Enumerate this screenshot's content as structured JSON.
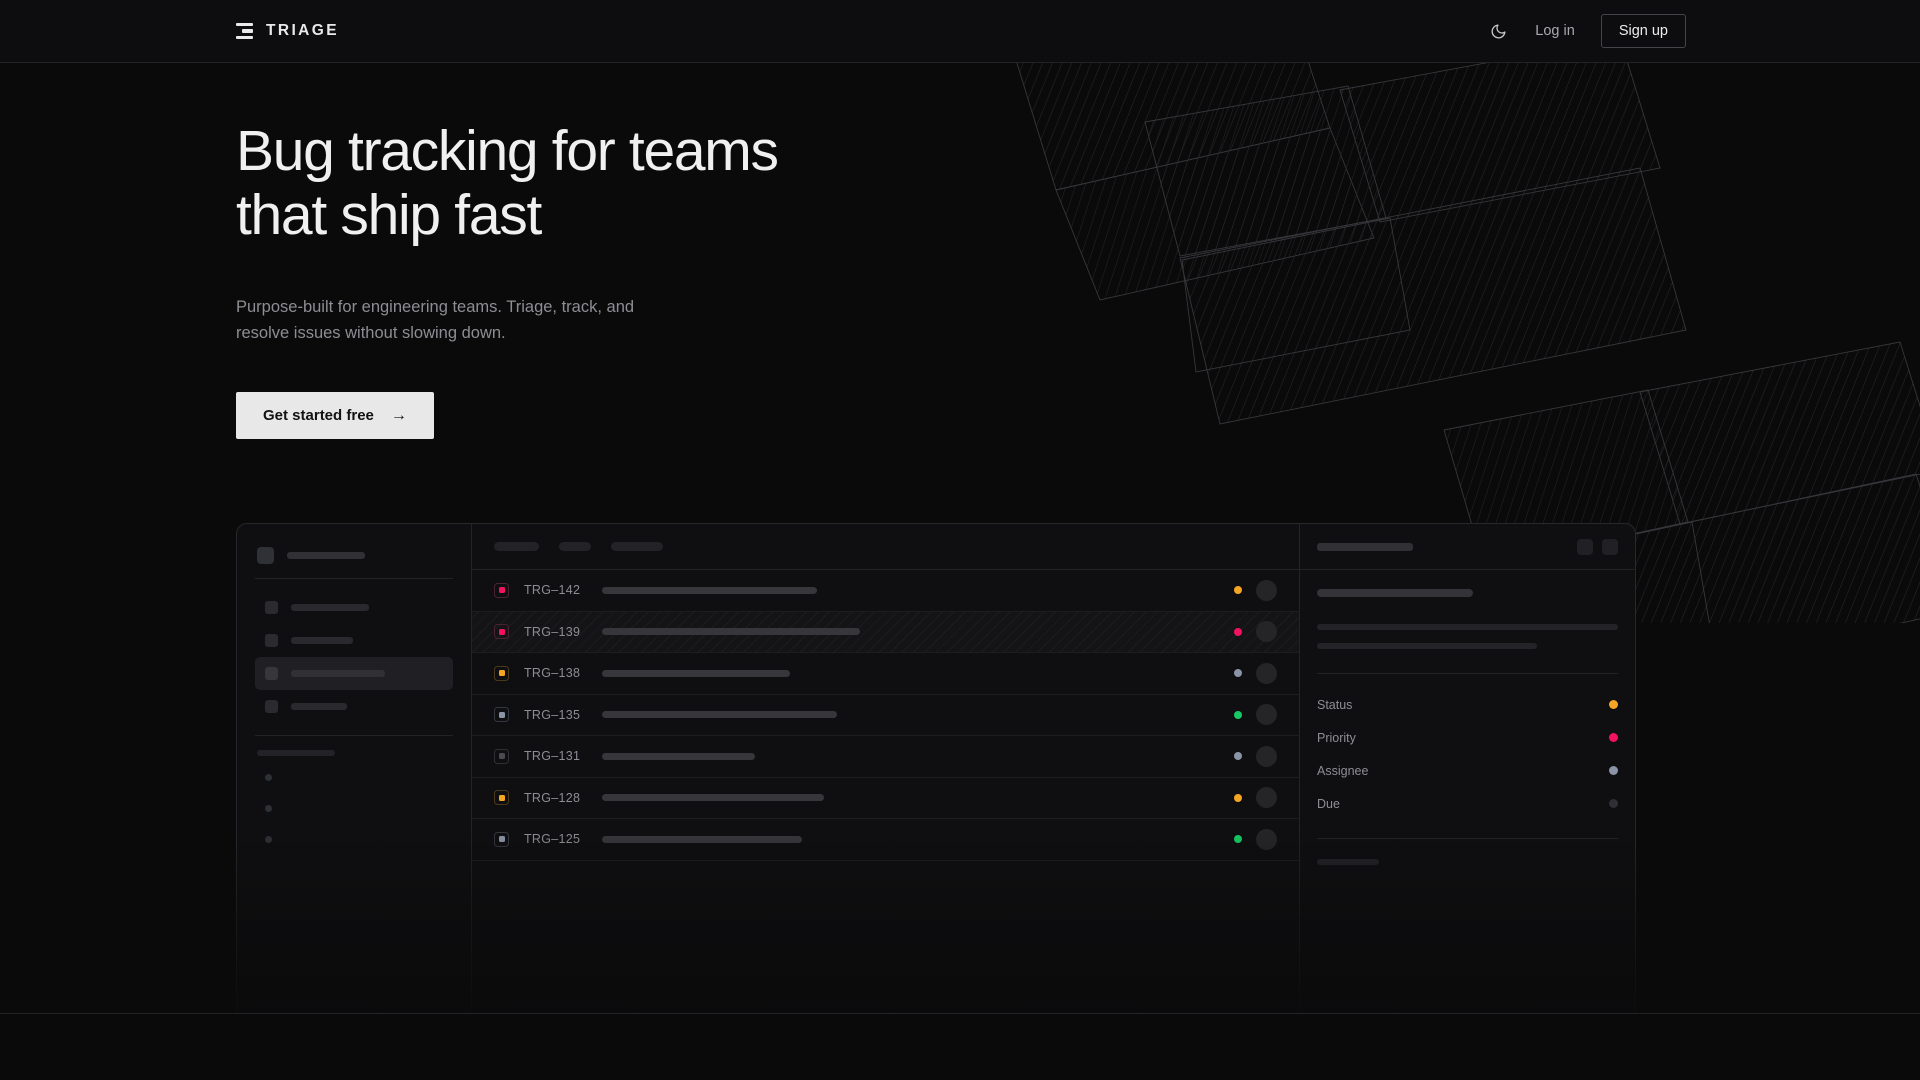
{
  "brand": {
    "name": "TRIAGE",
    "logo_icon": "stacked-bars-icon"
  },
  "header": {
    "theme_toggle_icon": "moon-icon",
    "login_label": "Log in",
    "signup_label": "Sign up"
  },
  "hero": {
    "headline": "Bug tracking for teams\nthat ship fast",
    "subhead": "Purpose-built for engineering teams. Triage, track, and\nresolve issues without slowing down.",
    "cta_label": "Get started free",
    "cta_arrow": "→"
  },
  "colors": {
    "background": "#0a0a0b",
    "surface": "#0f0f11",
    "border": "#232326",
    "text_primary": "#f0f0f1",
    "text_muted": "#8d8d93",
    "accent_cta": "#e8e8e9",
    "status_orange": "#f5a524",
    "status_pink": "#f31260",
    "status_green": "#17c964",
    "status_blue_gray": "#8a94a6",
    "status_gray": "#3a3a3f"
  },
  "app_preview": {
    "sidebar": {
      "workspace_placeholder_width": 78,
      "nav_items": [
        {
          "name": "nav-inbox",
          "width": 78,
          "active": false
        },
        {
          "name": "nav-issues",
          "width": 62,
          "active": false
        },
        {
          "name": "nav-active",
          "width": 94,
          "active": true
        },
        {
          "name": "nav-backlog",
          "width": 56,
          "active": false
        }
      ],
      "section_label_width": 78,
      "mini_items": 3
    },
    "list": {
      "filter_pills": [
        45,
        32,
        52
      ],
      "rows": [
        {
          "key": "TRG–142",
          "priority_color": "#f31260",
          "priority_border": "#4a2232",
          "title_width": 215,
          "status_color": "#f5a524",
          "selected": false
        },
        {
          "key": "TRG–139",
          "priority_color": "#f31260",
          "priority_border": "#4a2232",
          "title_width": 258,
          "status_color": "#f31260",
          "selected": true
        },
        {
          "key": "TRG–138",
          "priority_color": "#f5a524",
          "priority_border": "#4a3a1c",
          "title_width": 188,
          "status_color": "#8a94a6",
          "selected": false
        },
        {
          "key": "TRG–135",
          "priority_color": "#8a94a6",
          "priority_border": "#33373e",
          "title_width": 235,
          "status_color": "#17c964",
          "selected": false
        },
        {
          "key": "TRG–131",
          "priority_color": "#4a4a4f",
          "priority_border": "#303034",
          "title_width": 153,
          "status_color": "#8a94a6",
          "selected": false
        },
        {
          "key": "TRG–128",
          "priority_color": "#f5a524",
          "priority_border": "#4a3a1c",
          "title_width": 222,
          "status_color": "#f5a524",
          "selected": false
        },
        {
          "key": "TRG–125",
          "priority_color": "#8a94a6",
          "priority_border": "#33373e",
          "title_width": 200,
          "status_color": "#17c964",
          "selected": false
        }
      ]
    },
    "detail": {
      "header_title_width": 96,
      "header_actions": [
        "edit-icon",
        "more-icon"
      ],
      "meta": [
        {
          "label": "Status",
          "dot_color": "#f5a524"
        },
        {
          "label": "Priority",
          "dot_color": "#f31260"
        },
        {
          "label": "Assignee",
          "dot_color": "#8a94a6"
        },
        {
          "label": "Due",
          "dot_color": "#2f2f34"
        }
      ],
      "comment_avatars": 2
    }
  }
}
